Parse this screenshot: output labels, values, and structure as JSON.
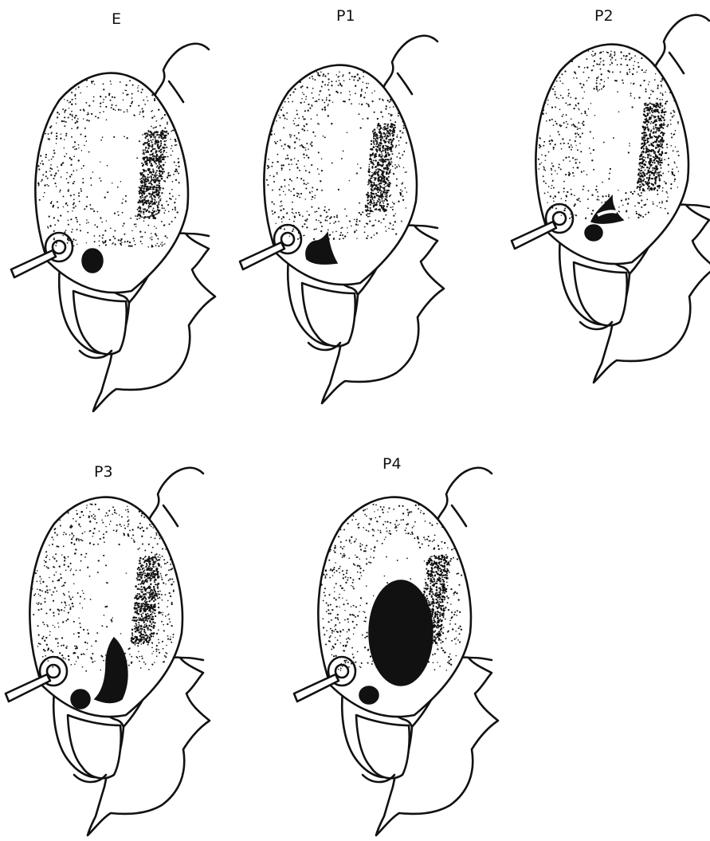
{
  "panels": [
    {
      "label": "E",
      "stage": "E"
    },
    {
      "label": "P1",
      "stage": "P1"
    },
    {
      "label": "P2",
      "stage": "P2"
    },
    {
      "label": "P3",
      "stage": "P3"
    },
    {
      "label": "P4",
      "stage": "P4"
    }
  ],
  "colors": {
    "ink": "#111111",
    "paper": "#ffffff"
  }
}
